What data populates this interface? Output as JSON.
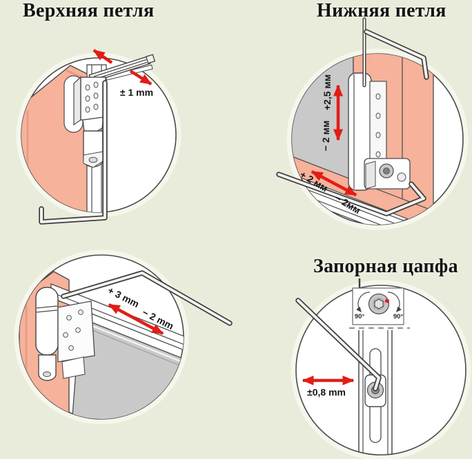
{
  "sections": {
    "top_hinge": {
      "title": "Верхняя петля",
      "adjust_label": "± 1 mm"
    },
    "bottom_hinge": {
      "title": "Нижняя петля",
      "vertical_plus": "+2,5 мм",
      "vertical_minus": "− 2 мм",
      "lateral_plus": "+ 2 мм",
      "lateral_minus": "− 2мм"
    },
    "sash_diagonal": {
      "plus": "+ 3 mm",
      "minus": "− 2 mm"
    },
    "locking_cam": {
      "title": "Запорная цапфа",
      "range": "±0,8 mm",
      "rotate_left": "90°",
      "rotate_right": "90°"
    }
  },
  "colors": {
    "background": "#e9ecda",
    "accent_red": "#e21d17",
    "frame_salmon": "#f6b29a",
    "wall_gray": "#c9c9c9",
    "line": "#4a4a4a",
    "circle_fill": "#ffffff"
  }
}
